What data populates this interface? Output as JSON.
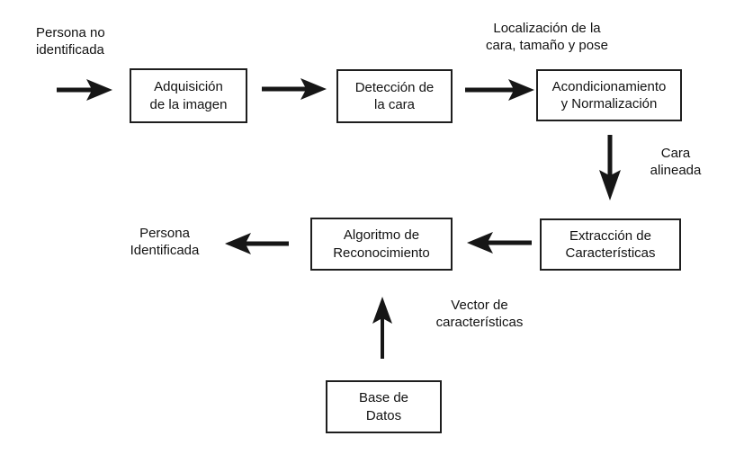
{
  "colors": {
    "ink": "#161616",
    "background": "#ffffff",
    "box_border": "#1e1e1e"
  },
  "diagram": {
    "description": "Flowchart of a face recognition pipeline (Spanish)",
    "boxes": [
      {
        "id": "adquisicion",
        "label": "Adquisición\nde la imagen"
      },
      {
        "id": "deteccion",
        "label": "Detección de\nla cara"
      },
      {
        "id": "acondicionamiento",
        "label": "Acondicionamiento\ny Normalización"
      },
      {
        "id": "extraccion",
        "label": "Extracción de\nCaracterísticas"
      },
      {
        "id": "algoritmo",
        "label": "Algoritmo de\nReconocimiento"
      },
      {
        "id": "base_datos",
        "label": "Base de\nDatos"
      }
    ],
    "labels": [
      {
        "id": "persona_no_identificada",
        "text": "Persona no\nidentificada"
      },
      {
        "id": "localizacion",
        "text": "Localización de la\ncara, tamaño y pose"
      },
      {
        "id": "cara_alineada",
        "text": "Cara\nalineada"
      },
      {
        "id": "persona_identificada",
        "text": "Persona\nIdentificada"
      },
      {
        "id": "vector_caracteristicas",
        "text": "Vector de\ncaracterísticas"
      }
    ],
    "arrows": [
      {
        "id": "input-to-adquisicion",
        "direction": "right"
      },
      {
        "id": "adquisicion-to-deteccion",
        "direction": "right"
      },
      {
        "id": "deteccion-to-acondicionamiento",
        "direction": "right"
      },
      {
        "id": "acondicionamiento-to-extraccion",
        "direction": "down"
      },
      {
        "id": "extraccion-to-algoritmo",
        "direction": "left"
      },
      {
        "id": "algoritmo-to-persona-identificada",
        "direction": "left"
      },
      {
        "id": "base-datos-to-algoritmo",
        "direction": "up"
      }
    ]
  }
}
